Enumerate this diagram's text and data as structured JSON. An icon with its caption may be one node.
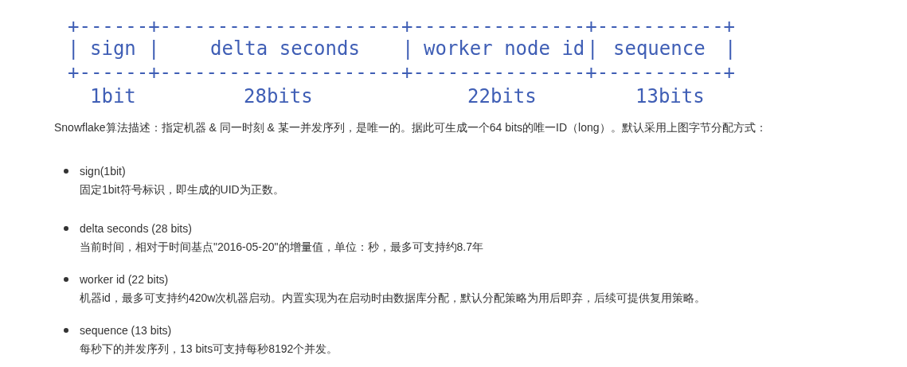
{
  "diagram": {
    "labels": [
      "+------+---------------------+---------------+-----------+",
      "|",
      "sign",
      "|",
      "delta seconds",
      "|",
      "worker node id",
      "|",
      "sequence",
      "|",
      "+------+---------------------+---------------+-----------+",
      "1bit",
      "28bits",
      "22bits",
      "13bits",
      "Snowflake算法描述：指定机器 & 同一时刻 & 某一并发序列，是唯一的。据此可生成一个64 bits的唯一ID（long）。默认采用上图字节分配方式：",
      "sign(1bit)",
      "固定1bit符号标识，即生成的UID为正数。",
      "delta seconds (28 bits)",
      "当前时间，相对于时间基点\"2016-05-20\"的增量值，单位：秒，最多可支持约8.7年",
      "worker id (22 bits)",
      "机器id，最多可支持约420w次机器启动。内置实现为在启动时由数据库分配，默认分配策略为用后即弃，后续可提供复用策略。",
      "sequence (13 bits)",
      "每秒下的并发序列，13 bits可支持每秒8192个并发。"
    ]
  }
}
